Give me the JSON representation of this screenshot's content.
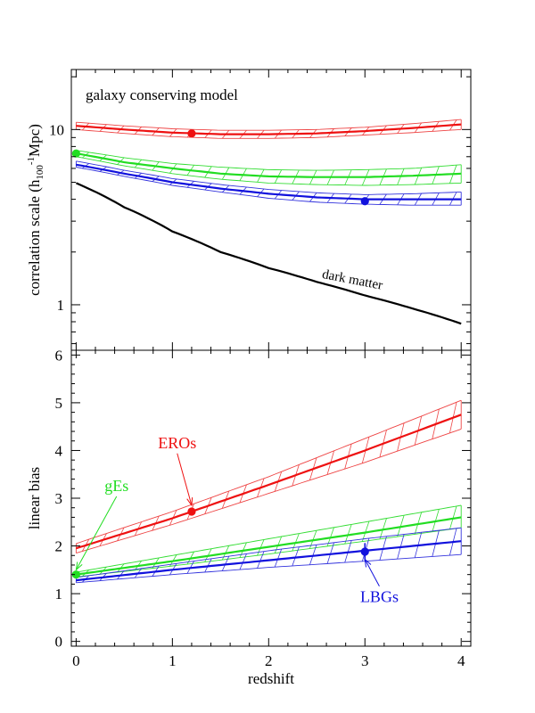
{
  "colors": {
    "red": "#ee1111",
    "green": "#22dd22",
    "blue": "#1111dd",
    "black": "#000000",
    "hatch_red": "#ee4444",
    "hatch_green": "#33dd33",
    "hatch_blue": "#3333dd"
  },
  "chart_data": [
    {
      "type": "line",
      "title": "galaxy conserving model",
      "xlabel": "",
      "ylabel_prefix": "correlation scale (h",
      "ylabel_sub": "100",
      "ylabel_sup": "-1",
      "ylabel_suffix": "Mpc)",
      "yscale": "log",
      "xlim": [
        -0.05,
        4.1
      ],
      "ylim": [
        0.55,
        22
      ],
      "y_ticks": [
        {
          "value": 1,
          "label": "1"
        },
        {
          "value": 10,
          "label": "10"
        }
      ],
      "x_ticks": [
        0,
        1,
        2,
        3,
        4
      ],
      "series": [
        {
          "key": "eros",
          "color": "red",
          "x": [
            0,
            0.5,
            1,
            1.5,
            2,
            2.5,
            3,
            3.5,
            4
          ],
          "y": [
            10.5,
            10.0,
            9.6,
            9.4,
            9.4,
            9.5,
            9.8,
            10.2,
            10.7
          ],
          "low": [
            10.0,
            9.5,
            9.1,
            8.9,
            8.9,
            9.0,
            9.3,
            9.6,
            10.0
          ],
          "high": [
            11.0,
            10.5,
            10.1,
            9.9,
            9.9,
            10.0,
            10.3,
            10.8,
            11.4
          ]
        },
        {
          "key": "ges",
          "color": "green",
          "x": [
            0,
            0.5,
            1,
            1.5,
            2,
            2.5,
            3,
            3.5,
            4
          ],
          "y": [
            7.3,
            6.5,
            6.0,
            5.6,
            5.4,
            5.35,
            5.35,
            5.45,
            5.6
          ],
          "low": [
            7.0,
            6.2,
            5.6,
            5.2,
            4.95,
            4.85,
            4.8,
            4.85,
            4.95
          ],
          "high": [
            7.6,
            6.9,
            6.4,
            6.1,
            5.9,
            5.85,
            5.9,
            6.0,
            6.3
          ]
        },
        {
          "key": "lbgs",
          "color": "blue",
          "x": [
            0,
            0.5,
            1,
            1.5,
            2,
            2.5,
            3,
            3.5,
            4
          ],
          "y": [
            6.3,
            5.6,
            5.0,
            4.6,
            4.3,
            4.1,
            4.0,
            4.0,
            4.0
          ],
          "low": [
            6.1,
            5.4,
            4.8,
            4.4,
            4.05,
            3.85,
            3.75,
            3.7,
            3.7
          ],
          "high": [
            6.6,
            5.85,
            5.25,
            4.85,
            4.55,
            4.35,
            4.25,
            4.3,
            4.4
          ]
        },
        {
          "key": "dark_matter",
          "name": "dark matter",
          "color": "black",
          "x": [
            0,
            0.5,
            1,
            1.5,
            2,
            2.5,
            3,
            3.5,
            4
          ],
          "y": [
            4.95,
            3.6,
            2.62,
            2.0,
            1.62,
            1.35,
            1.13,
            0.95,
            0.78
          ]
        }
      ],
      "points": [
        {
          "series": "eros",
          "x": 1.2,
          "y": 9.5,
          "color": "red"
        },
        {
          "series": "ges",
          "x": 0.0,
          "y": 7.3,
          "color": "green"
        },
        {
          "series": "lbgs",
          "x": 3.0,
          "y": 3.9,
          "color": "blue"
        }
      ]
    },
    {
      "type": "line",
      "xlabel": "redshift",
      "ylabel": "linear bias",
      "xlim": [
        -0.05,
        4.1
      ],
      "ylim": [
        -0.1,
        6.1
      ],
      "y_ticks": [
        0,
        1,
        2,
        3,
        4,
        5,
        6
      ],
      "x_ticks": [
        0,
        1,
        2,
        3,
        4
      ],
      "series": [
        {
          "key": "eros",
          "name": "EROs",
          "color": "red",
          "x": [
            0,
            1,
            2,
            3,
            4
          ],
          "y": [
            1.95,
            2.58,
            3.28,
            4.0,
            4.75
          ],
          "low": [
            1.85,
            2.45,
            3.1,
            3.75,
            4.45
          ],
          "high": [
            2.05,
            2.72,
            3.45,
            4.25,
            5.05
          ]
        },
        {
          "key": "ges",
          "name": "gEs",
          "color": "green",
          "x": [
            0,
            1,
            2,
            3,
            4
          ],
          "y": [
            1.4,
            1.68,
            1.98,
            2.28,
            2.6
          ],
          "low": [
            1.35,
            1.58,
            1.83,
            2.1,
            2.38
          ],
          "high": [
            1.45,
            1.8,
            2.15,
            2.5,
            2.85
          ]
        },
        {
          "key": "lbgs",
          "name": "LBGs",
          "color": "blue",
          "x": [
            0,
            1,
            2,
            3,
            4
          ],
          "y": [
            1.28,
            1.5,
            1.7,
            1.9,
            2.1
          ],
          "low": [
            1.23,
            1.4,
            1.55,
            1.68,
            1.82
          ],
          "high": [
            1.34,
            1.62,
            1.9,
            2.15,
            2.38
          ]
        }
      ],
      "points": [
        {
          "series": "eros",
          "x": 1.2,
          "y": 2.72,
          "color": "red"
        },
        {
          "series": "ges",
          "x": 0.0,
          "y": 1.4,
          "color": "green"
        },
        {
          "series": "lbgs",
          "x": 3.0,
          "y": 1.88,
          "yerr": 0.18,
          "color": "blue"
        }
      ],
      "annotations": [
        {
          "text": "EROs",
          "color": "red",
          "series": "eros",
          "arrow_to": [
            1.2,
            2.85
          ]
        },
        {
          "text": "gEs",
          "color": "green",
          "series": "ges",
          "arrow_to": [
            0.0,
            1.5
          ]
        },
        {
          "text": "LBGs",
          "color": "blue",
          "series": "lbgs",
          "arrow_to": [
            3.0,
            1.72
          ]
        }
      ]
    }
  ]
}
